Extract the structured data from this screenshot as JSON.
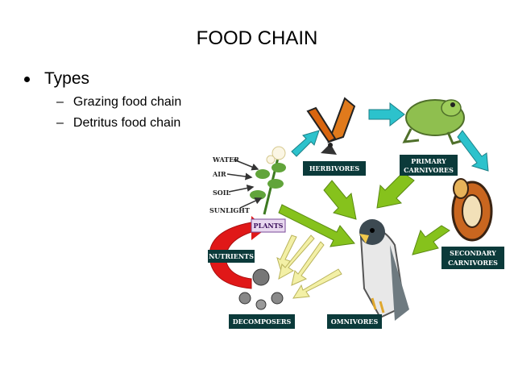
{
  "slide": {
    "title": "FOOD CHAIN",
    "bullet": "Types",
    "sub_bullets": [
      "Grazing food chain",
      "Detritus food chain"
    ]
  },
  "diagram": {
    "inputs": [
      "WATER",
      "AIR",
      "SOIL",
      "SUNLIGHT"
    ],
    "labels": {
      "plants": "PLANTS",
      "herbivores": "HERBIVORES",
      "primary1": "PRIMARY",
      "primary2": "CARNIVORES",
      "secondary1": "SECONDARY",
      "secondary2": "CARNIVORES",
      "nutrients": "NUTRIENTS",
      "decomposers": "DECOMPOSERS",
      "omnivores": "OMNIVORES"
    },
    "colors": {
      "label_bg": "#0b3a3a",
      "label_text": "#ffffff",
      "plants_label_bg": "#e9d9f0",
      "plants_label_text": "#3b0f5c",
      "cycle_arrow": "#2cc2cc",
      "green_arrow": "#86c21c",
      "yellow_arrow": "#f3f0a6",
      "nutrient_arrow": "#e01818"
    }
  }
}
